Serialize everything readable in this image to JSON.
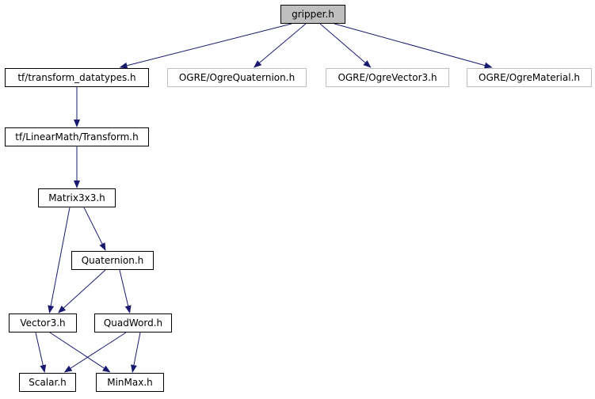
{
  "diagram": {
    "colors": {
      "edge": "#191970",
      "root_fill": "#bfbfbf",
      "node_border": "#000000",
      "external_border": "#bfbfbf"
    },
    "nodes": {
      "gripper": "gripper.h",
      "transform_datatypes": "tf/transform_datatypes.h",
      "ogre_quaternion": "OGRE/OgreQuaternion.h",
      "ogre_vector3": "OGRE/OgreVector3.h",
      "ogre_material": "OGRE/OgreMaterial.h",
      "linearmath_transform": "tf/LinearMath/Transform.h",
      "matrix3x3": "Matrix3x3.h",
      "quaternion": "Quaternion.h",
      "vector3": "Vector3.h",
      "quadword": "QuadWord.h",
      "scalar": "Scalar.h",
      "minmax": "MinMax.h"
    },
    "edges": [
      {
        "from": "gripper",
        "to": "transform_datatypes"
      },
      {
        "from": "gripper",
        "to": "ogre_quaternion"
      },
      {
        "from": "gripper",
        "to": "ogre_vector3"
      },
      {
        "from": "gripper",
        "to": "ogre_material"
      },
      {
        "from": "transform_datatypes",
        "to": "linearmath_transform"
      },
      {
        "from": "linearmath_transform",
        "to": "matrix3x3"
      },
      {
        "from": "matrix3x3",
        "to": "vector3"
      },
      {
        "from": "matrix3x3",
        "to": "quaternion"
      },
      {
        "from": "quaternion",
        "to": "vector3"
      },
      {
        "from": "quaternion",
        "to": "quadword"
      },
      {
        "from": "vector3",
        "to": "scalar"
      },
      {
        "from": "vector3",
        "to": "minmax"
      },
      {
        "from": "quadword",
        "to": "scalar"
      },
      {
        "from": "quadword",
        "to": "minmax"
      }
    ]
  }
}
